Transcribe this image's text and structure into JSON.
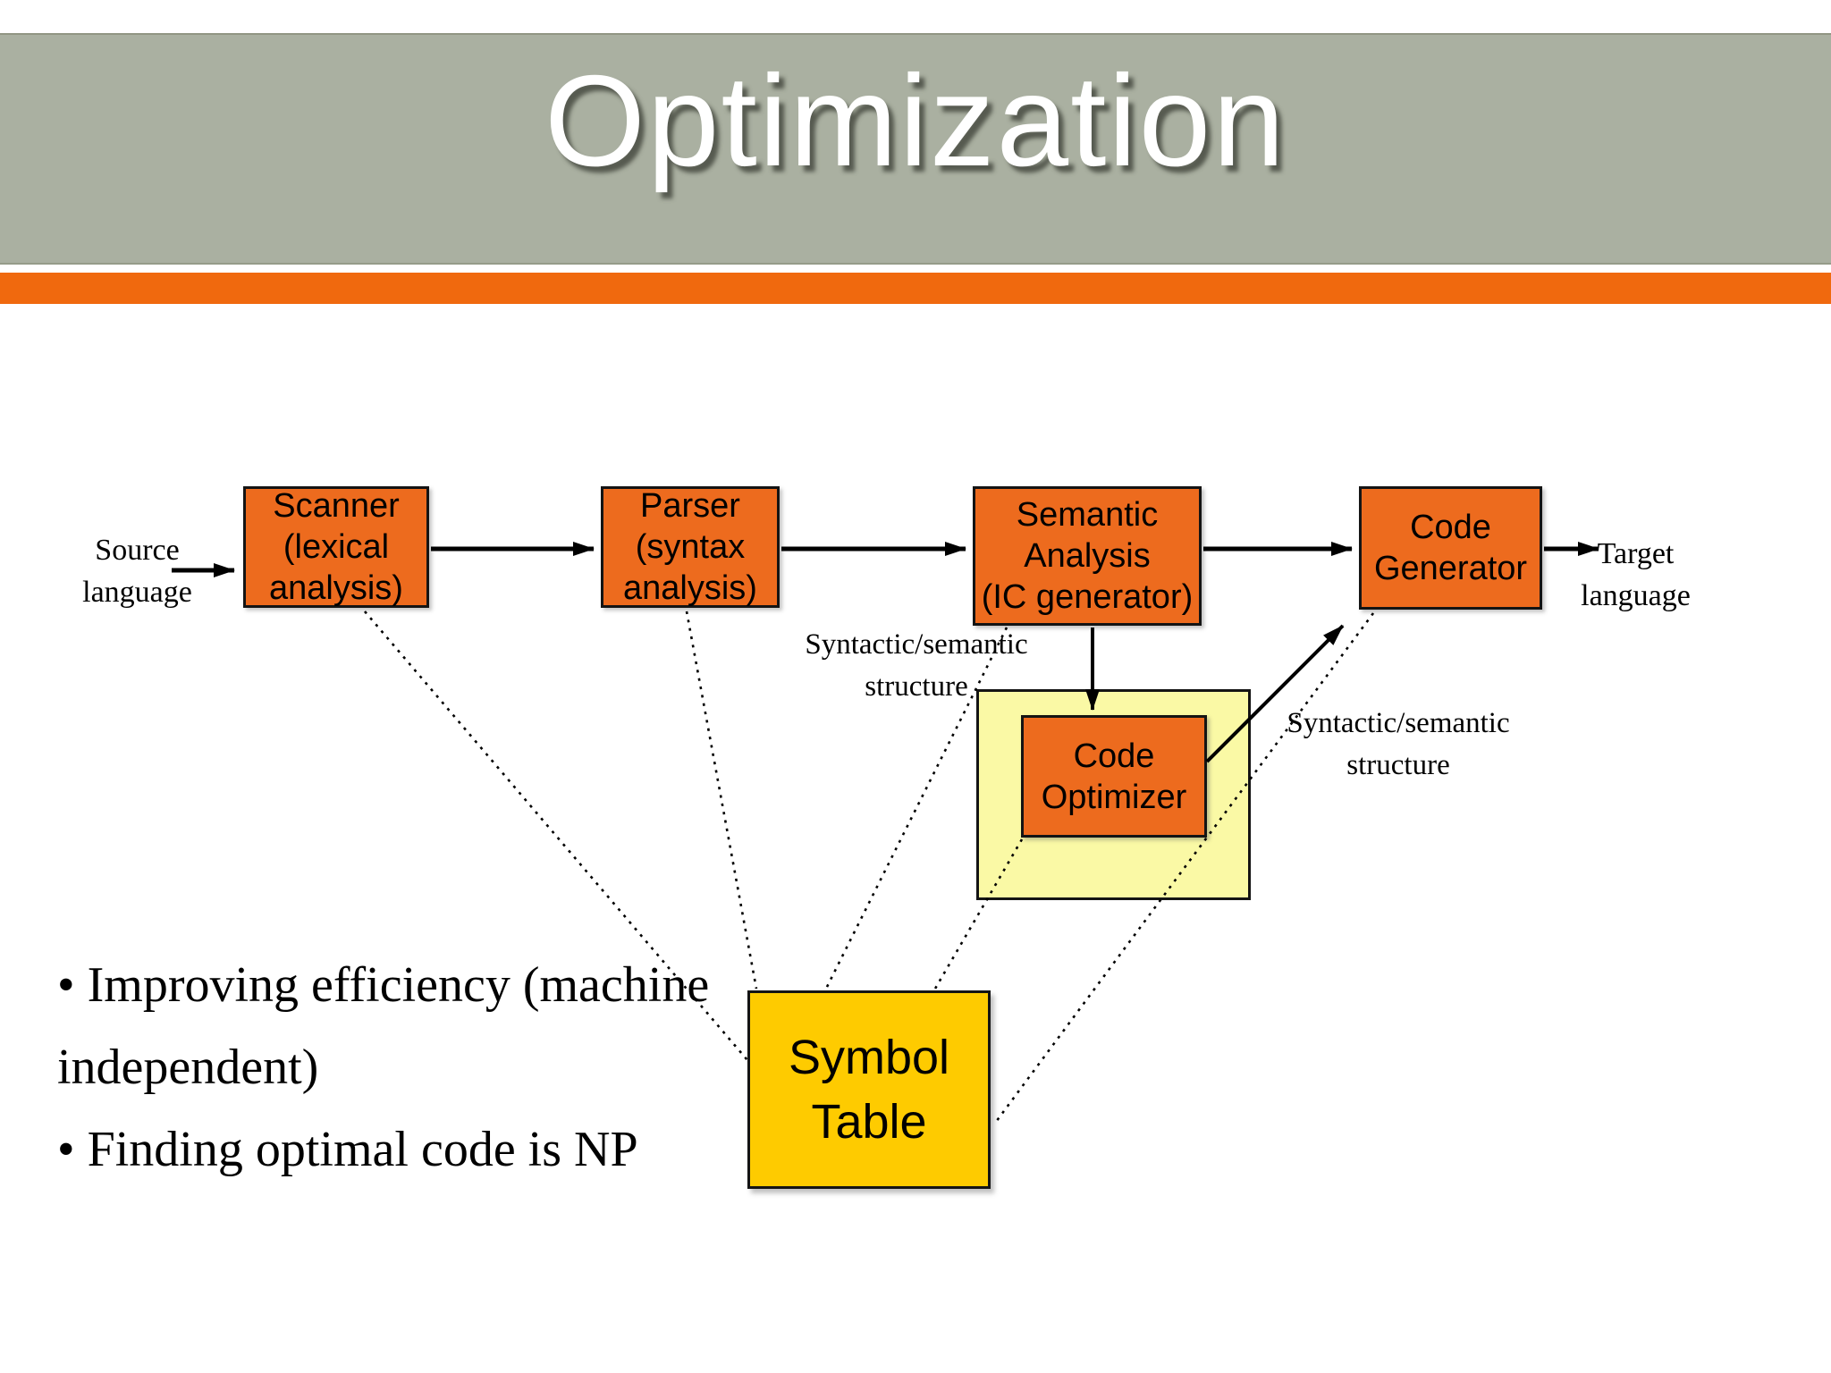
{
  "colors": {
    "header_band": "#AAB0A1",
    "accent_stripe": "#F0690E",
    "process_box": "#ED6B1E",
    "highlight_box": "#FAF9A5",
    "symbol_table_box": "#FECB00",
    "line": "#000000",
    "title_text": "#FFFFFF",
    "body_text": "#000000"
  },
  "title": "Optimization",
  "bullets": {
    "items": [
      "• Improving efficiency (machine independent)",
      "• Finding optimal code is NP"
    ]
  },
  "diagram": {
    "source_label": {
      "line1": "Source",
      "line2": "language"
    },
    "target_label": {
      "line1": "Target",
      "line2": "language"
    },
    "syntactic_label_1": {
      "line1": "Syntactic/semantic",
      "line2": "structure"
    },
    "syntactic_label_2": {
      "line1": "Syntactic/semantic",
      "line2": "structure"
    },
    "boxes": {
      "scanner": {
        "line1": "Scanner",
        "line2": "(lexical",
        "line3": "analysis)"
      },
      "parser": {
        "line1": "Parser",
        "line2": "(syntax",
        "line3": "analysis)"
      },
      "semantic": {
        "line1": "Semantic",
        "line2": "Analysis",
        "line3": "(IC generator)"
      },
      "code_generator": {
        "line1": "Code",
        "line2": "Generator"
      },
      "code_optimizer": {
        "line1": "Code",
        "line2": "Optimizer"
      },
      "symbol_table": {
        "line1": "Symbol",
        "line2": "Table"
      }
    }
  }
}
